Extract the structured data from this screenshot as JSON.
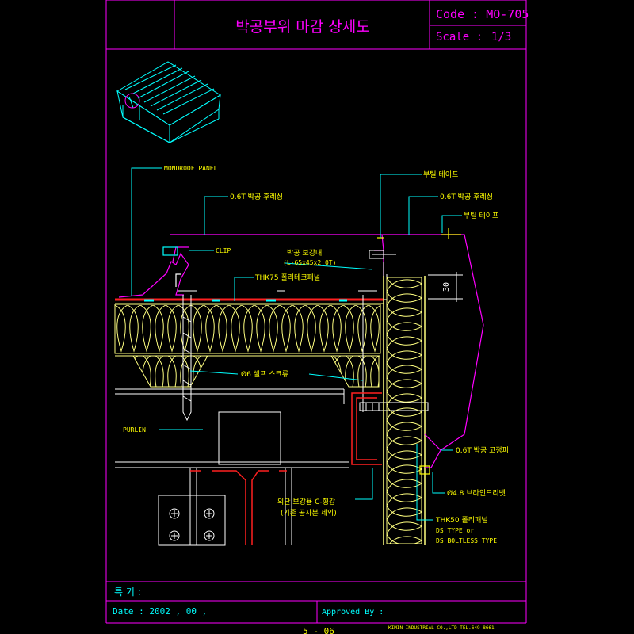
{
  "title": "박공부위 마감 상세도",
  "code_label": "Code : MO-705",
  "scale_label": "Scale :",
  "scale_value": "1/3",
  "labels": {
    "monoroof_panel": "MONOROOF PANEL",
    "flashing_left": "0.6T 박공 후레싱",
    "butyl_tape_1": "부틸 테이프",
    "flashing_right": "0.6T 박공 후레싱",
    "butyl_tape_2": "부틸 테이프",
    "clip": "CLIP",
    "gable_reinforce": "박공 보강대",
    "gable_reinforce_spec": "(L-65x45x2.0T)",
    "thk75_panel": "THK75 폴리테크패널",
    "screw": "Ø6 셀프 스크류",
    "purlin": "PURLIN",
    "dim_30": "30",
    "fixing_plate": "0.6T 박공 고정피",
    "rivet": "Ø4.8 브라인드리벳",
    "c_channel_1": "외단 보강용 C-형강",
    "c_channel_2": "(기존 공사분 제외)",
    "thk50_panel": "THK50 폴리패널",
    "ds_type": "DS TYPE or",
    "ds_boltless": "DS BOLTLESS TYPE"
  },
  "footer": {
    "notes_label": "특 기 :",
    "date_label": "Date : 2002 , 00 ,",
    "approved_label": "Approved By :",
    "company": "KIMIN INDUSTRIAL CO.,LTD  TEL.649-8661",
    "page_number": "5 - 06"
  },
  "colors": {
    "frame": "#ff00ff",
    "text": "#00ffff",
    "insulation": "#ffff80",
    "panel_red": "#ff2020",
    "title_text": "#ff00ff",
    "structure": "#ffffff",
    "note_yellow": "#ffff00"
  }
}
